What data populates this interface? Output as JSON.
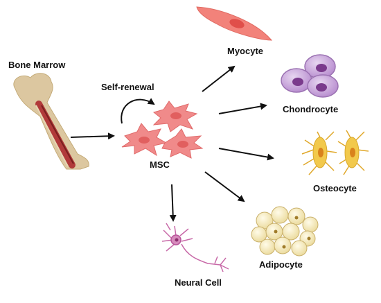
{
  "labels": {
    "bone_marrow": "Bone Marrow",
    "self_renewal": "Self-renewal",
    "msc": "MSC",
    "myocyte": "Myocyte",
    "chondrocyte": "Chondrocyte",
    "osteocyte": "Osteocyte",
    "adipocyte": "Adipocyte",
    "neural_cell": "Neural Cell"
  },
  "colors": {
    "msc_cell": "#f08a8a",
    "myocyte": "#f2827a",
    "chondrocyte": "#c7a6d8",
    "chondrocyte_nucleus": "#7a3a8c",
    "osteocyte": "#f2c94c",
    "adipocyte": "#f8efc0",
    "neural_cell": "#c86aa8",
    "bone": "#dcc7a0",
    "marrow": "#b13a3a",
    "arrow": "#111111"
  }
}
